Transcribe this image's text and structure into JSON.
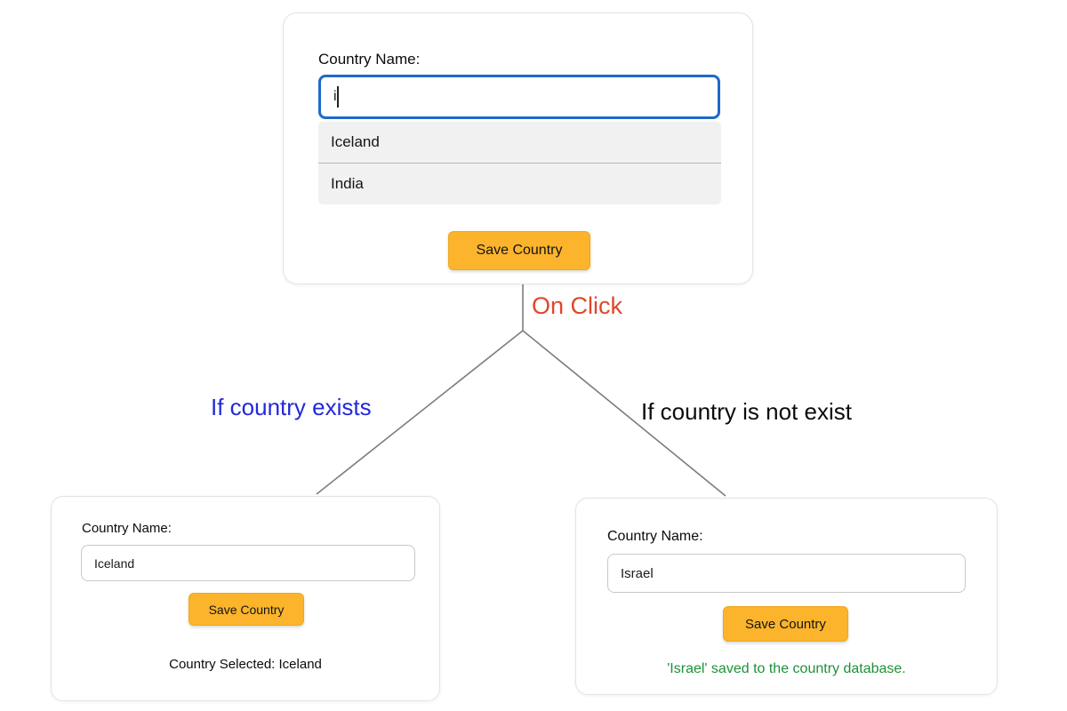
{
  "top_card": {
    "label": "Country Name:",
    "input_value": "i",
    "suggestions": [
      "Iceland",
      "India"
    ],
    "button_label": "Save Country"
  },
  "edges": {
    "on_click_label": "On Click",
    "left_label": "If country exists",
    "right_label": "If country is not exist"
  },
  "left_card": {
    "label": "Country Name:",
    "input_value": "Iceland",
    "button_label": "Save Country",
    "result_text": "Country Selected: Iceland"
  },
  "right_card": {
    "label": "Country Name:",
    "input_value": "Israel",
    "button_label": "Save Country",
    "result_text": "'Israel' saved to the country database."
  },
  "colors": {
    "button_bg": "#fbb42c",
    "button_border": "#efa81c",
    "focus_border_blue": "#1d6ac9",
    "on_click_red": "#e2452a",
    "branch_blue": "#2328d8",
    "success_green": "#1e9138",
    "connector_gray": "#7d7d7d",
    "dropdown_bg": "#f1f1f1",
    "dropdown_divider": "#c3b2b8"
  }
}
